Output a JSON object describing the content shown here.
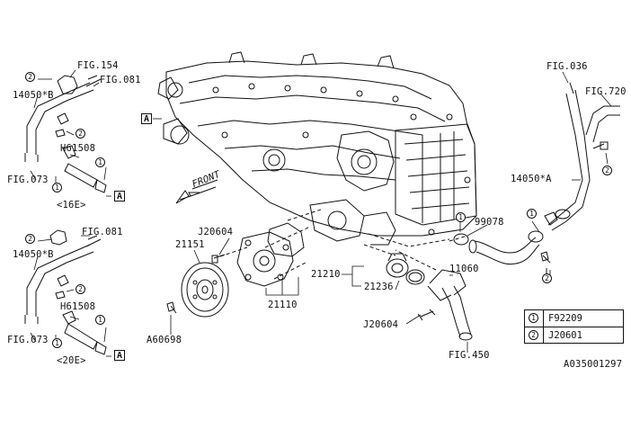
{
  "diagram": {
    "figure_code": "A035001297",
    "callouts": {
      "fig154": "FIG.154",
      "fig081_top": "FIG.081",
      "hose_top": "14050*B",
      "fig073_top": "FIG.073",
      "h61508_top": "H61508",
      "variant_16e": "<16E>",
      "hose_bottom": "14050*B",
      "fig081_bottom": "FIG.081",
      "fig073_bottom": "FIG.073",
      "h61508_bottom": "H61508",
      "variant_20e": "<20E>",
      "front": "FRONT",
      "j20604_upper": "J20604",
      "p21151": "21151",
      "p21110": "21110",
      "a60698": "A60698",
      "p21210": "21210",
      "p21236": "21236",
      "p11060": "11060",
      "j20604_lower": "J20604",
      "fig450": "FIG.450",
      "p99078": "99078",
      "fig036": "FIG.036",
      "fig720": "FIG.720",
      "hose_right": "14050*A"
    },
    "ref_marks": {
      "a": "A",
      "one": "1",
      "two": "2"
    },
    "legend": [
      {
        "symbol": "1",
        "code": "F92209"
      },
      {
        "symbol": "2",
        "code": "J20601"
      }
    ]
  },
  "colors": {
    "ink": "#111111",
    "background": "#ffffff"
  }
}
